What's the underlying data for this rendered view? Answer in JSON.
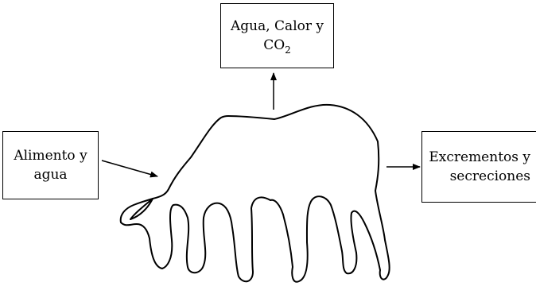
{
  "diagram": {
    "top_box": {
      "line1": "Agua, Calor y",
      "line2_main": "CO",
      "line2_sub": "2"
    },
    "left_box": {
      "line1": "Alimento y",
      "line2": "agua"
    },
    "right_box": {
      "line1": "Excrementos y",
      "line2": "secreciones"
    },
    "icons": {
      "animal": "sheep-grazing-icon",
      "arrows": [
        "arrow-up-icon",
        "arrow-right-icon",
        "arrow-right-icon"
      ]
    },
    "colors": {
      "stroke": "#000000",
      "background": "#ffffff"
    }
  }
}
